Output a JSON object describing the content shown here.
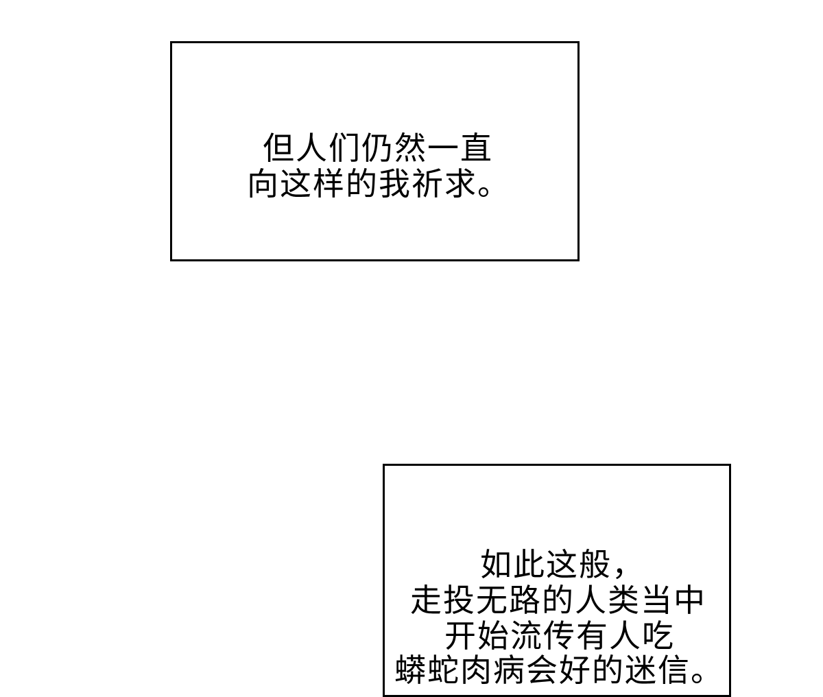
{
  "panels": [
    {
      "lines": [
        "但人们仍然一直",
        "向这样的我祈求。"
      ]
    },
    {
      "lines": [
        "如此这般，",
        "走投无路的人类当中",
        "开始流传有人吃",
        "蟒蛇肉病会好的迷信。"
      ]
    }
  ]
}
